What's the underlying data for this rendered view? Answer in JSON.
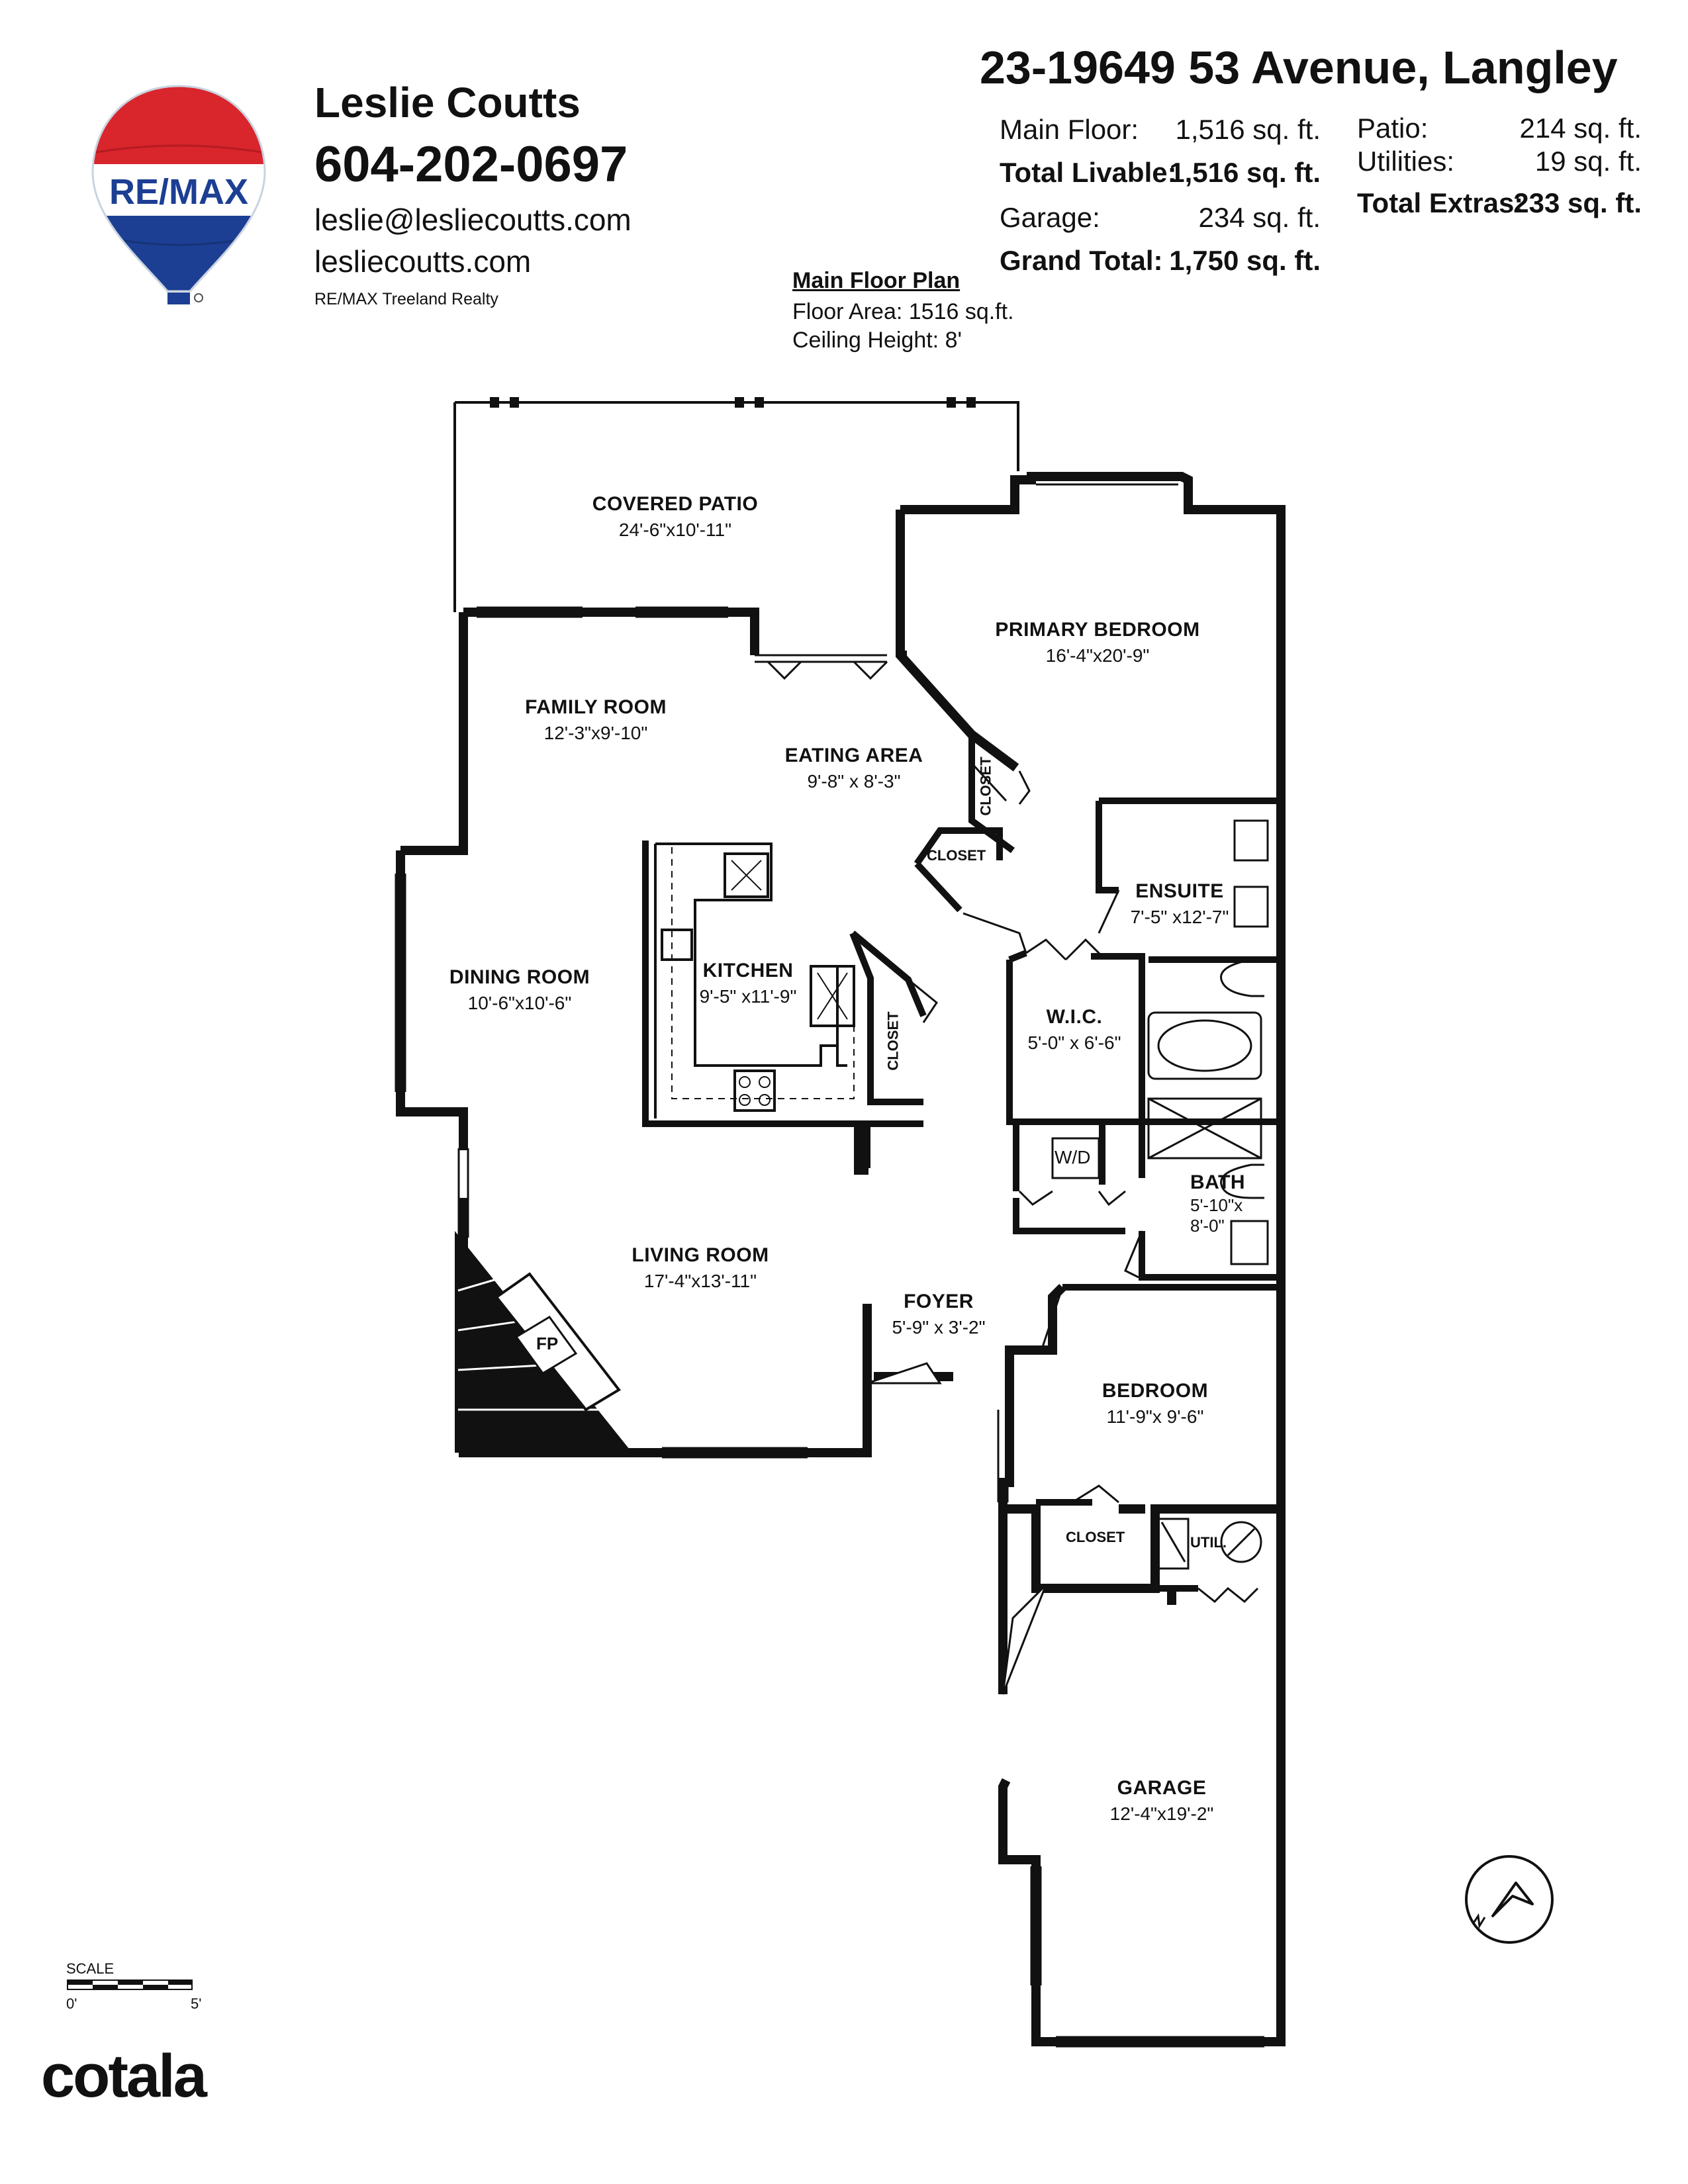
{
  "agent": {
    "name": "Leslie Coutts",
    "phone": "604-202-0697",
    "email": "leslie@lesliecoutts.com",
    "website": "lesliecoutts.com",
    "office": "RE/MAX Treeland Realty",
    "logo_text": "RE/MAX"
  },
  "listing": {
    "address": "23-19649 53 Avenue, Langley",
    "areas": {
      "main_floor": {
        "label": "Main Floor:",
        "value": "1,516 sq. ft."
      },
      "total_livable": {
        "label": "Total Livable:",
        "value": "1,516 sq. ft."
      },
      "garage": {
        "label": "Garage:",
        "value": "234 sq. ft."
      },
      "grand_total": {
        "label": "Grand Total:",
        "value": "1,750 sq. ft."
      },
      "patio": {
        "label": "Patio:",
        "value": "214 sq. ft."
      },
      "utilities": {
        "label": "Utilities:",
        "value": "19 sq. ft."
      },
      "total_extras": {
        "label": "Total Extras:",
        "value": "233 sq. ft."
      }
    }
  },
  "plan": {
    "title": "Main Floor Plan",
    "floor_area": "Floor Area: 1516 sq.ft.",
    "ceiling_height": "Ceiling Height: 8'"
  },
  "rooms": {
    "covered_patio": {
      "name": "COVERED PATIO",
      "dims": "24'-6\"x10'-11\""
    },
    "primary_bedroom": {
      "name": "PRIMARY BEDROOM",
      "dims": "16'-4\"x20'-9\""
    },
    "family_room": {
      "name": "FAMILY ROOM",
      "dims": "12'-3\"x9'-10\""
    },
    "eating_area": {
      "name": "EATING AREA",
      "dims": "9'-8\" x 8'-3\""
    },
    "ensuite": {
      "name": "ENSUITE",
      "dims": "7'-5\" x12'-7\""
    },
    "dining_room": {
      "name": "DINING ROOM",
      "dims": "10'-6\"x10'-6\""
    },
    "kitchen": {
      "name": "KITCHEN",
      "dims": "9'-5\" x11'-9\""
    },
    "wic": {
      "name": "W.I.C.",
      "dims": "5'-0\" x 6'-6\""
    },
    "bath": {
      "name": "BATH",
      "dims": "5'-10\"x 8'-0\""
    },
    "living_room": {
      "name": "LIVING ROOM",
      "dims": "17'-4\"x13'-11\""
    },
    "foyer": {
      "name": "FOYER",
      "dims": "5'-9\" x 3'-2\""
    },
    "bedroom": {
      "name": "BEDROOM",
      "dims": "11'-9\"x 9'-6\""
    },
    "garage": {
      "name": "GARAGE",
      "dims": "12'-4\"x19'-2\""
    }
  },
  "fixtures": {
    "closet": "CLOSET",
    "wd": "W/D",
    "fp": "FP",
    "util": "UTIL."
  },
  "scale": {
    "label": "SCALE",
    "zero": "0'",
    "five": "5'"
  },
  "brand": "cotala",
  "colors": {
    "wall": "#111111",
    "balloon_red": "#d9252c",
    "balloon_blue": "#1c3f94"
  },
  "icons": [
    "remax-balloon-icon",
    "compass-icon"
  ]
}
